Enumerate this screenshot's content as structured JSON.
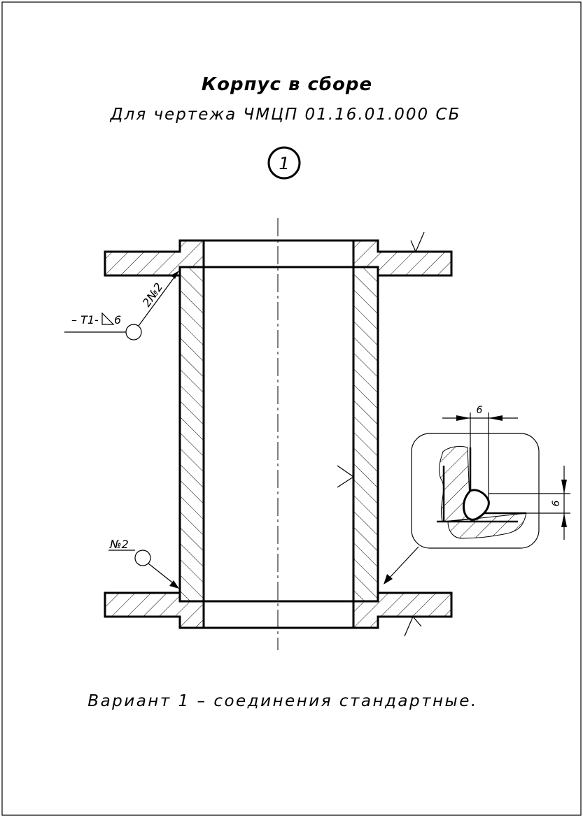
{
  "drawing": {
    "title": "Корпус в сборе",
    "subtitle": "Для чертежа ЧМЦП 01.16.01.000 СБ",
    "position_number": "1",
    "caption": "Вариант 1 – соединения стандартные.",
    "weld_note_top_prefix": "– Т1-",
    "weld_note_top_leg": "6",
    "weld_note_top_count": "2№2",
    "weld_note_bottom": "№2",
    "detail_dim_horizontal": "6",
    "detail_dim_vertical": "6"
  },
  "colors": {
    "line": "#000000",
    "background": "#ffffff"
  }
}
